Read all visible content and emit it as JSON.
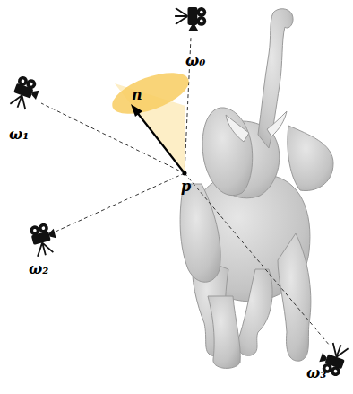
{
  "diagram": {
    "labels": [
      "ω₀",
      "ω₁",
      "n",
      "p",
      "ω₂",
      "ω₃"
    ]
  }
}
